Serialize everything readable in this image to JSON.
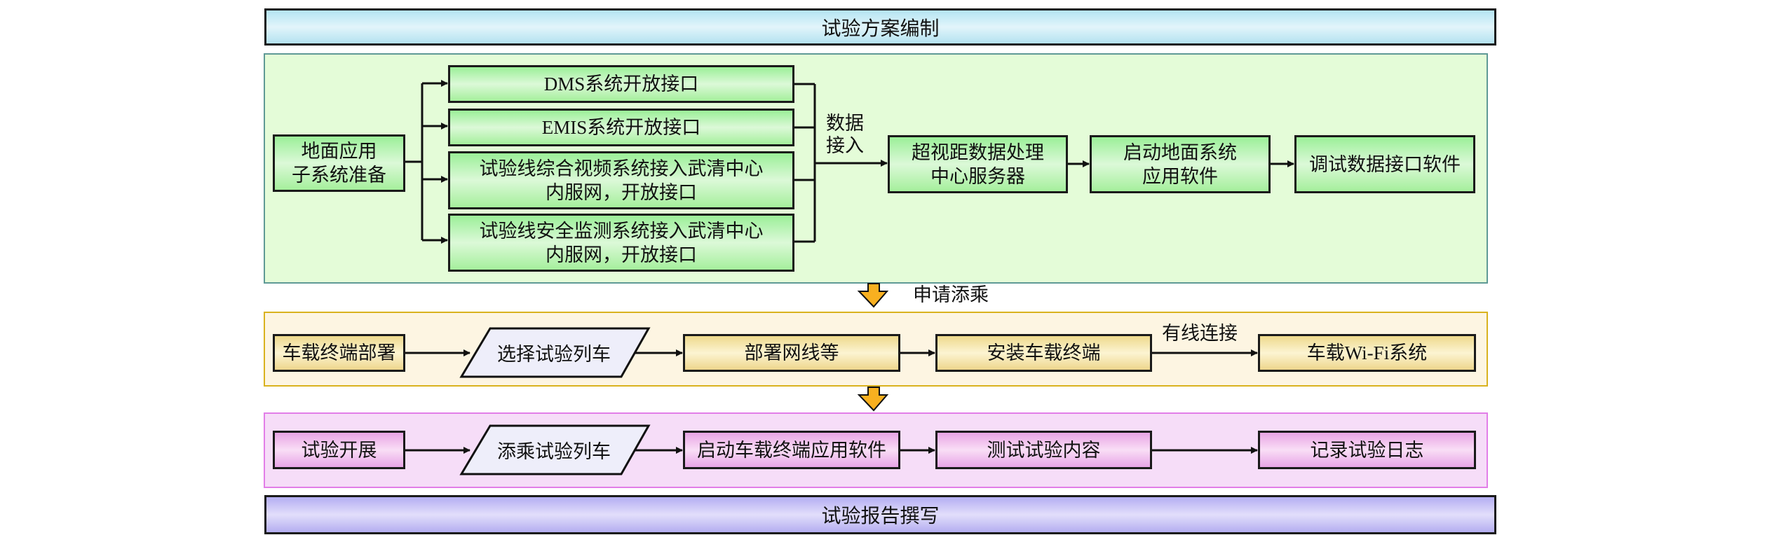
{
  "title_bar": {
    "label": "试验方案编制"
  },
  "ground_section": {
    "start": {
      "label_line1": "地面应用",
      "label_line2": "子系统准备"
    },
    "interfaces": [
      {
        "line1": "DMS系统开放接口",
        "line2": ""
      },
      {
        "line1": "EMIS系统开放接口",
        "line2": ""
      },
      {
        "line1": "试验线综合视频系统接入武清中心",
        "line2": "内服网，开放接口"
      },
      {
        "line1": "试验线安全监测系统接入武清中心",
        "line2": "内服网，开放接口"
      }
    ],
    "merge_label_line1": "数据",
    "merge_label_line2": "接入",
    "steps": [
      {
        "line1": "超视距数据处理",
        "line2": "中心服务器"
      },
      {
        "line1": "启动地面系统",
        "line2": "应用软件"
      },
      {
        "line1": "调试数据接口软件",
        "line2": ""
      }
    ]
  },
  "transition_1": {
    "label": "申请添乘",
    "icon": "down-arrow-icon"
  },
  "vehicle_section": {
    "steps": [
      {
        "label": "车载终端部署"
      },
      {
        "label": "选择试验列车",
        "shape": "parallelogram"
      },
      {
        "label": "部署网线等"
      },
      {
        "label": "安装车载终端"
      },
      {
        "label": "车载Wi-Fi系统"
      }
    ],
    "link_label": "有线连接"
  },
  "transition_2": {
    "label": "",
    "icon": "down-arrow-icon"
  },
  "trial_section": {
    "steps": [
      {
        "label": "试验开展"
      },
      {
        "label": "添乘试验列车",
        "shape": "parallelogram"
      },
      {
        "label": "启动车载终端应用软件"
      },
      {
        "label": "测试试验内容"
      },
      {
        "label": "记录试验日志"
      }
    ]
  },
  "report_bar": {
    "label": "试验报告撰写"
  },
  "colors": {
    "ground_bg": "#e4fcd8",
    "vehicle_bg": "#fdf5e2",
    "trial_bg": "#f6ddf8",
    "arrow_accent": "#f8b020",
    "parallelogram_fill": "#eeeefa"
  }
}
